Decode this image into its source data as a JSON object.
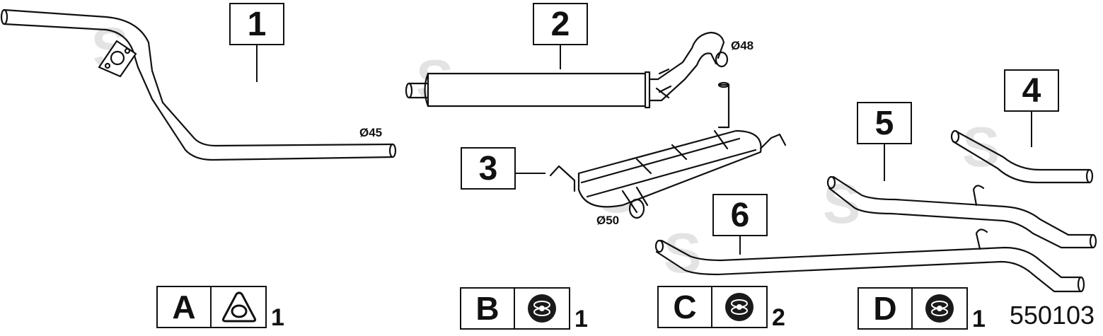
{
  "parts": [
    {
      "number": "1"
    },
    {
      "number": "2"
    },
    {
      "number": "3"
    },
    {
      "number": "4"
    },
    {
      "number": "5"
    },
    {
      "number": "6"
    }
  ],
  "diameters": {
    "part1": "Ø45",
    "part2": "Ø48",
    "part3": "Ø50"
  },
  "accessories": [
    {
      "letter": "A",
      "icon": "gasket-icon",
      "qty": "1"
    },
    {
      "letter": "B",
      "icon": "rubber-hanger-icon",
      "qty": "1"
    },
    {
      "letter": "C",
      "icon": "rubber-hanger-icon",
      "qty": "2"
    },
    {
      "letter": "D",
      "icon": "rubber-hanger-icon",
      "qty": "1"
    }
  ],
  "reference_number": "550103",
  "watermark_letter": "S",
  "colors": {
    "line": "#111111",
    "watermark": "#dcdcdc",
    "hanger_fill": "#1a1a1a"
  }
}
